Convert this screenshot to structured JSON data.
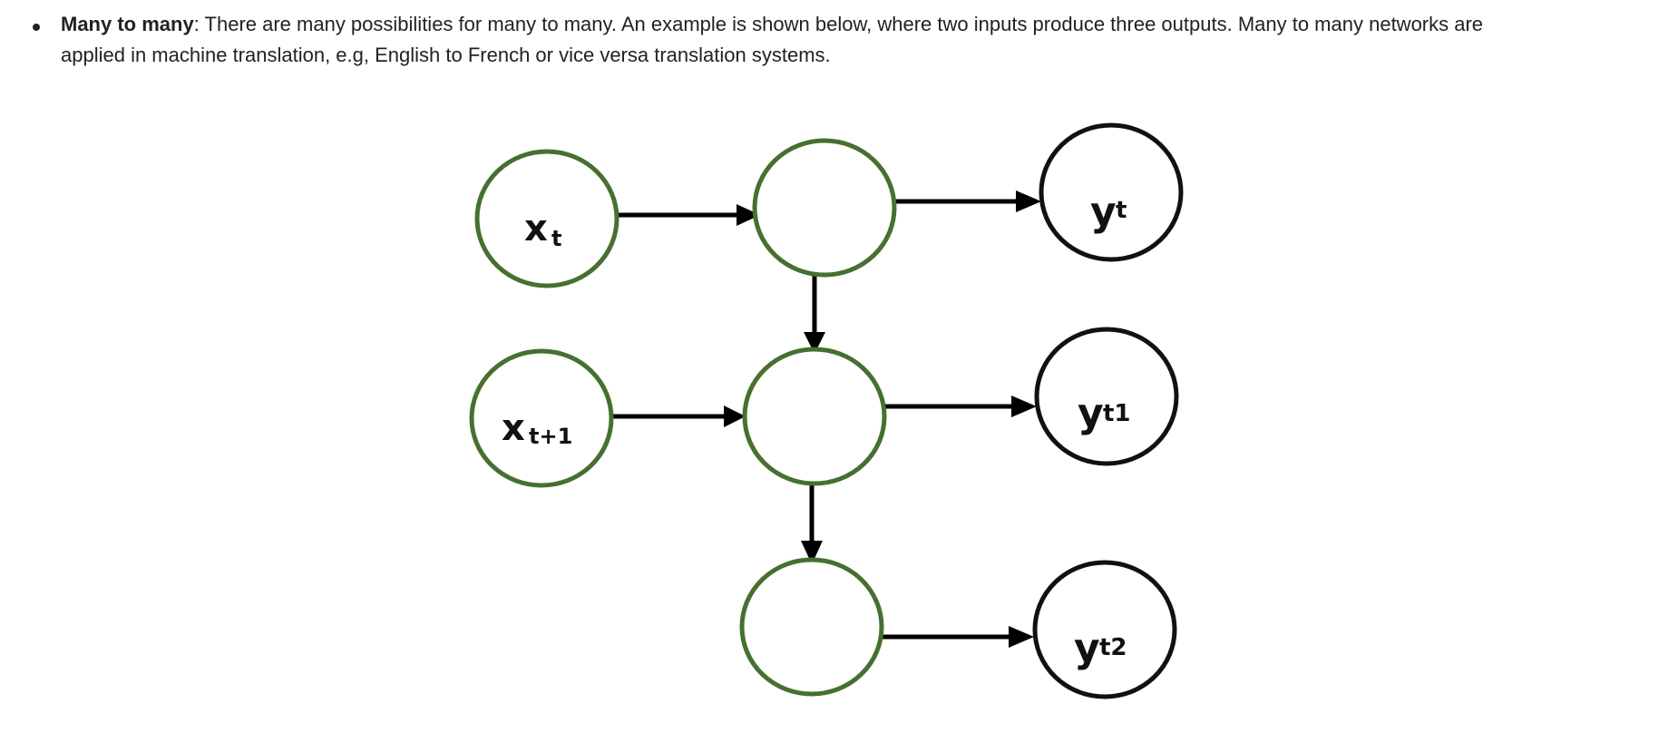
{
  "bullet": {
    "term": "Many to many",
    "text_line1": ": There are many possibilities for many to many. An example is shown below, where two inputs produce three outputs. Many to many networks are",
    "text_line2": "applied in machine translation, e.g, English to French or vice versa translation systems."
  },
  "diagram": {
    "input_color": "#46702f",
    "output_color": "#111111",
    "nodes": {
      "x_t": "x",
      "x_t_sub": "t",
      "x_t1": "x",
      "x_t1_sub": "t+1",
      "y_t": "y",
      "y_t_sub": "t",
      "y_t1": "y",
      "y_t1_sub": "t1",
      "y_t2": "y",
      "y_t2_sub": "t2"
    }
  }
}
